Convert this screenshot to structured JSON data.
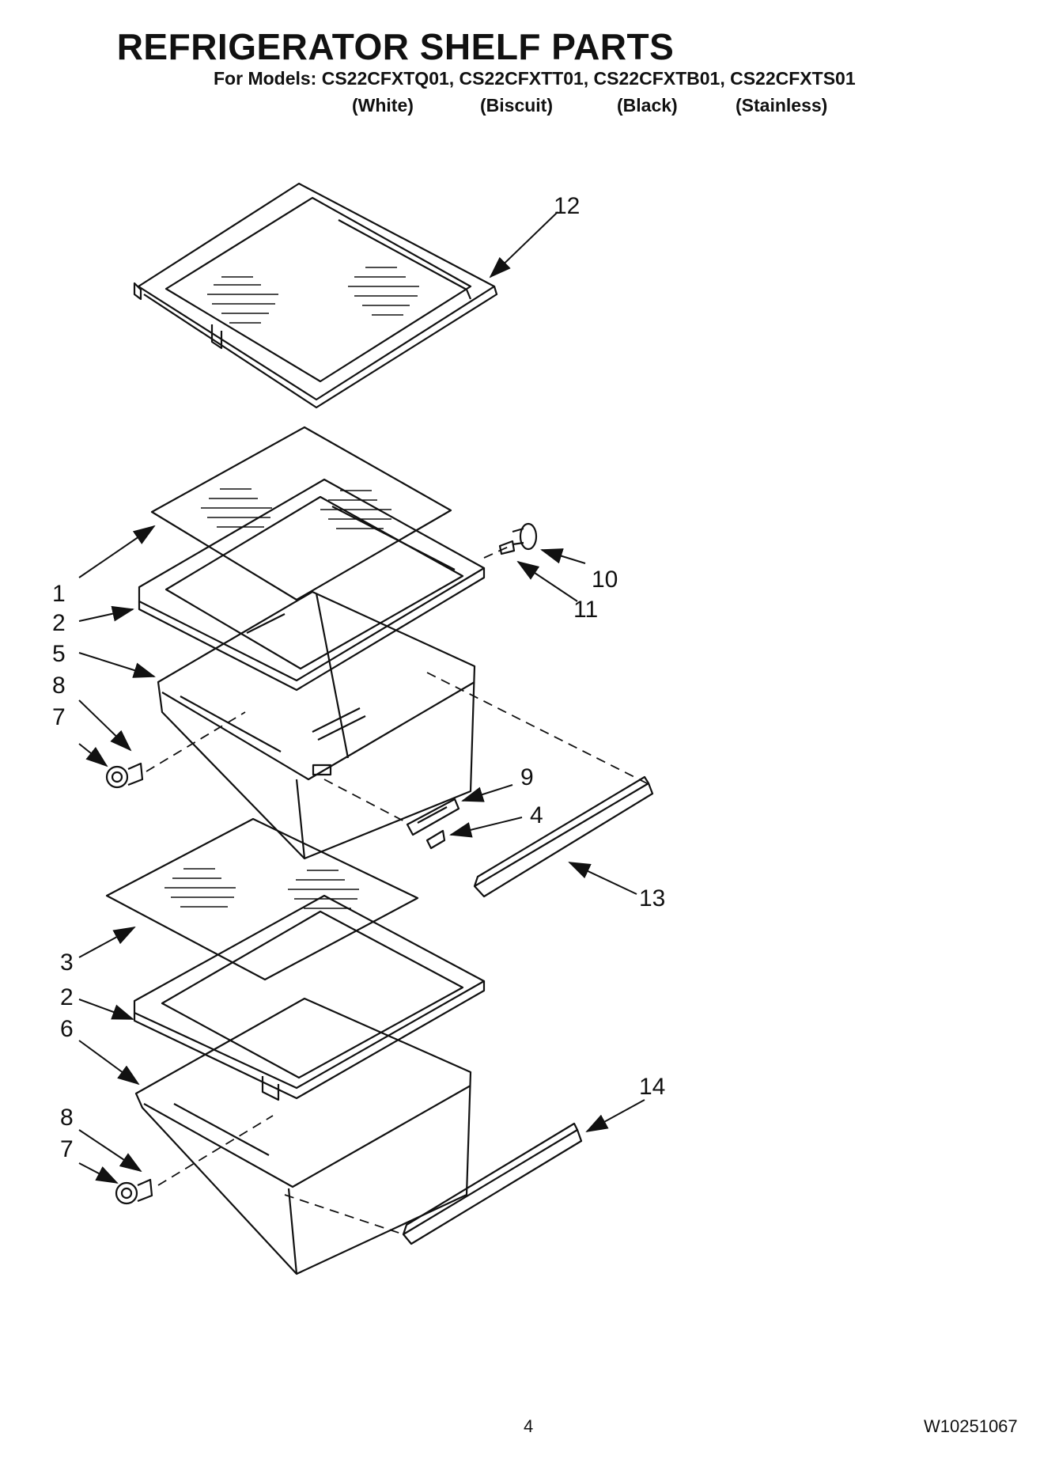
{
  "document": {
    "title": "REFRIGERATOR SHELF PARTS",
    "models_line": "For Models: CS22CFXTQ01, CS22CFXTT01, CS22CFXTB01, CS22CFXTS01",
    "variants": [
      "(White)",
      "(Biscuit)",
      "(Black)",
      "(Stainless)"
    ]
  },
  "callouts": {
    "c12": "12",
    "c1": "1",
    "c2a": "2",
    "c5": "5",
    "c8a": "8",
    "c7a": "7",
    "c10": "10",
    "c11": "11",
    "c9": "9",
    "c4": "4",
    "c13": "13",
    "c3": "3",
    "c2b": "2",
    "c6": "6",
    "c8b": "8",
    "c7b": "7",
    "c14": "14"
  },
  "footer": {
    "page_number": "4",
    "document_number": "W10251067"
  }
}
